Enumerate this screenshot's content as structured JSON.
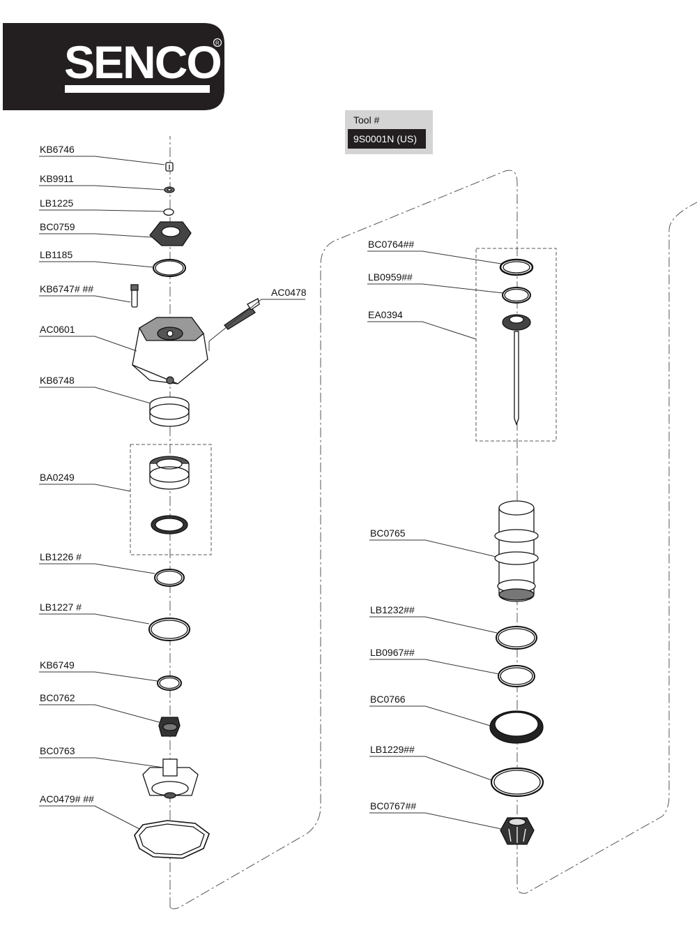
{
  "brand": {
    "name": "SENCO",
    "registered": "®"
  },
  "tool": {
    "caption": "Tool #",
    "number": "9S0001N (US)"
  },
  "parts": [
    "KB6746",
    "KB9911",
    "LB1225",
    "BC0759",
    "LB1185",
    "KB6747# ##",
    "AC0478",
    "AC0601",
    "KB6748",
    "BA0249",
    "LB1226 #",
    "LB1227 #",
    "KB6749",
    "BC0762",
    "BC0763",
    "AC0479# ##",
    "BC0764##",
    "LB0959##",
    "EA0394",
    "BC0765",
    "LB1232##",
    "LB0967##",
    "BC0766",
    "LB1229##",
    "BC0767##"
  ]
}
